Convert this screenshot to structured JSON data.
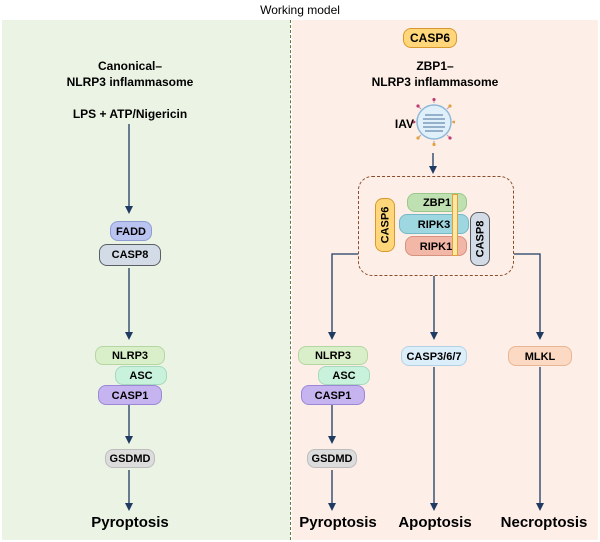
{
  "title": "Working model",
  "left": {
    "heading_line1": "Canonical–",
    "heading_line2": "NLRP3 inflammasome",
    "stimulus": "LPS + ATP/Nigericin",
    "fadd": "FADD",
    "casp8": "CASP8",
    "nlrp3": "NLRP3",
    "asc": "ASC",
    "casp1": "CASP1",
    "gsdmd": "GSDMD",
    "outcome": "Pyroptosis"
  },
  "right": {
    "casp6_top": "CASP6",
    "heading_line1": "ZBP1–",
    "heading_line2": "NLRP3 inflammasome",
    "virus": "IAV",
    "zbp1": "ZBP1",
    "ripk3": "RIPK3",
    "ripk1": "RIPK1",
    "casp6_side": "CASP6",
    "casp8_side": "CASP8",
    "nlrp3": "NLRP3",
    "asc": "ASC",
    "casp1": "CASP1",
    "gsdmd": "GSDMD",
    "casp367": "CASP3/6/7",
    "mlkl": "MLKL",
    "outcome_pyroptosis": "Pyroptosis",
    "outcome_apoptosis": "Apoptosis",
    "outcome_necroptosis": "Necroptosis"
  },
  "colors": {
    "casp6": "#ffd77a",
    "fadd": "#b9c4f0",
    "casp8": "#d3dbe6",
    "nlrp3": "#d9efc9",
    "asc": "#c9f2dc",
    "casp1": "#c6b4f0",
    "gsdmd": "#dcdcdc",
    "zbp1": "#bfe0b0",
    "ripk3": "#9ed7e0",
    "ripk1": "#f3b7a8",
    "casp367": "#dceef9",
    "mlkl": "#fbd9c3",
    "arrow": "#1f3b63"
  }
}
